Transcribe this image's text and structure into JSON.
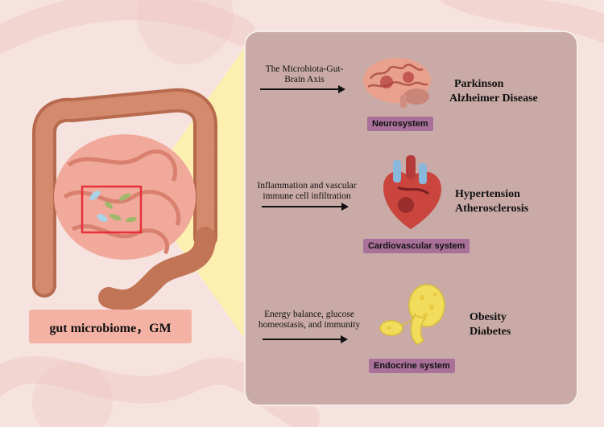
{
  "left": {
    "gut_label": "gut microbiome，GM"
  },
  "rows": [
    {
      "arrow_text": "The Microbiota-Gut-Brain Axis",
      "arrow_text_lines": [
        "The Microbiota-Gut-",
        "Brain Axis"
      ],
      "system": "Neurosystem",
      "diseases": [
        "Parkinson",
        "Alzheimer Disease"
      ]
    },
    {
      "arrow_text": "Inflammation and vascular immune cell infiltration",
      "arrow_text_lines": [
        "Inflammation and vascular",
        "immune cell infiltration"
      ],
      "system": "Cardiovascular system",
      "diseases": [
        "Hypertension",
        "Atherosclerosis"
      ]
    },
    {
      "arrow_text": "Energy balance, glucose homeostasis, and immunity",
      "arrow_text_lines": [
        "Energy balance, glucose",
        "homeostasis, and immunity"
      ],
      "system": "Endocrine system",
      "diseases": [
        "Obesity",
        "Diabetes"
      ]
    }
  ],
  "colors": {
    "background": "#f6e3df",
    "panel": "#c9aaa6",
    "system_badge": "#a9709a",
    "gut_label_bg": "#f4b2a4",
    "highlight_box": "#e8303a",
    "beam": "#fff3a0"
  }
}
